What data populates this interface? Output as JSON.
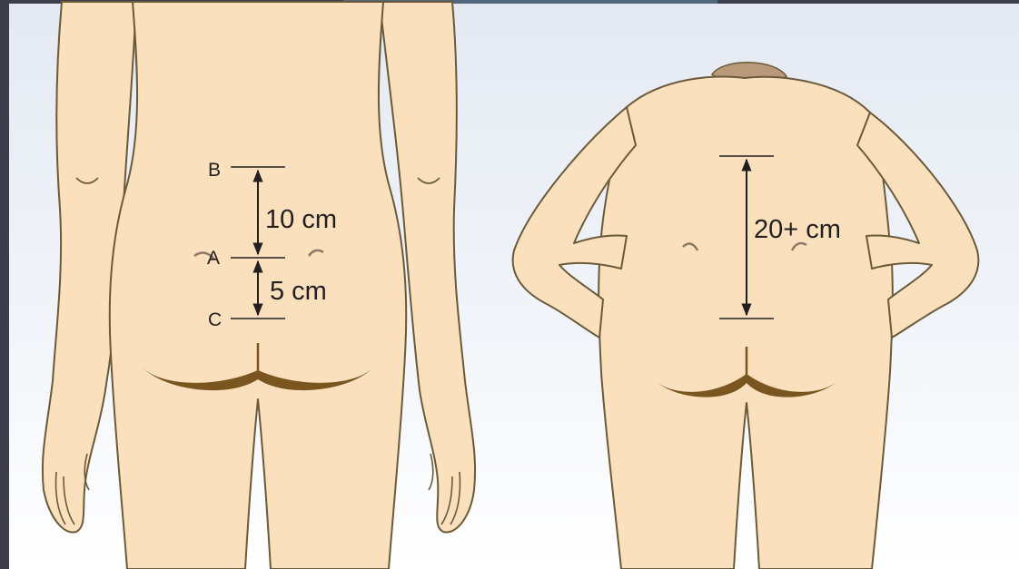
{
  "left_figure": {
    "point_b": "B",
    "point_a": "A",
    "point_c": "C",
    "upper_distance": "10 cm",
    "lower_distance": "5 cm"
  },
  "right_figure": {
    "distance": "20+ cm"
  },
  "colors": {
    "skin": "#fae0bd",
    "outline": "#6b5a3a",
    "crease": "#7a5520",
    "hair": "#b89a7a",
    "measure_line": "#231f20",
    "background_top": "#e4e9f2",
    "background_bottom": "#ffffff",
    "border": "#3d3d4c"
  }
}
